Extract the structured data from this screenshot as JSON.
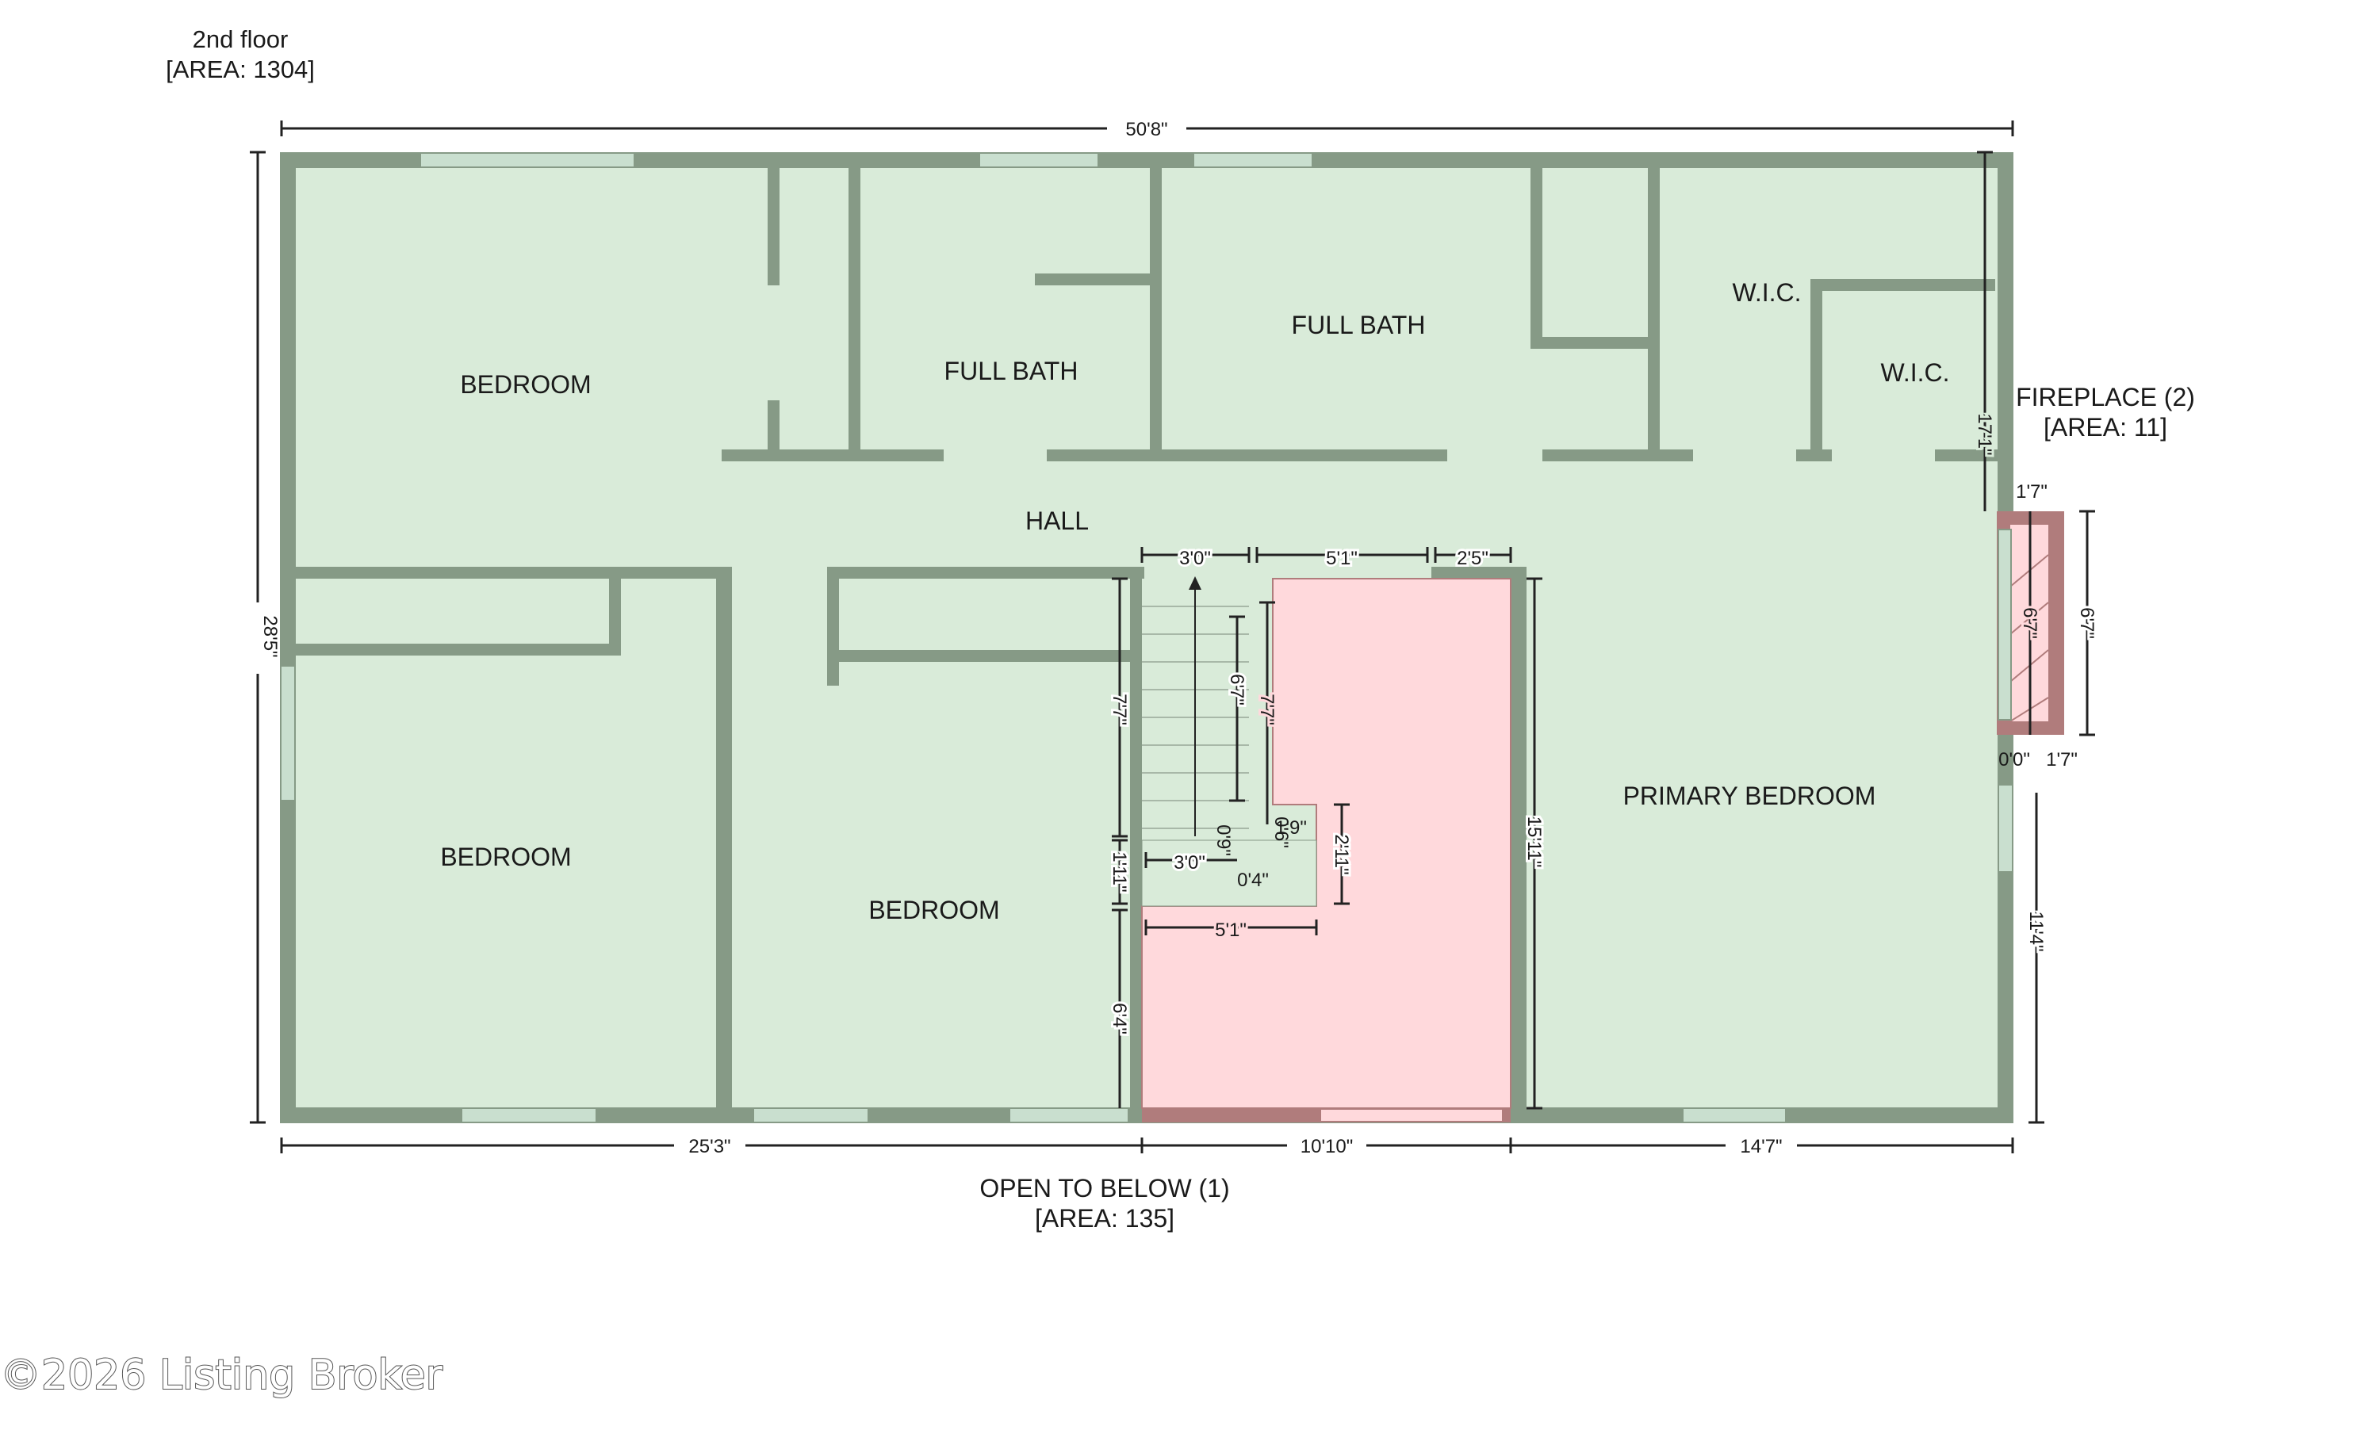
{
  "floor": {
    "title": "2nd floor",
    "area": "[AREA: 1304]"
  },
  "rooms": {
    "bedroom_nw": "BEDROOM",
    "bedroom_sw": "BEDROOM",
    "bedroom_mid": "BEDROOM",
    "full_bath_1": "FULL BATH",
    "full_bath_2": "FULL BATH",
    "wic_1": "W.I.C.",
    "wic_2": "W.I.C.",
    "hall": "HALL",
    "primary_bedroom": "PRIMARY BEDROOM"
  },
  "fireplace": {
    "title": "FIREPLACE (2)",
    "area": "[AREA: 11]"
  },
  "open_to_below": {
    "title": "OPEN TO BELOW (1)",
    "area": "[AREA: 135]"
  },
  "dimensions": {
    "overall_width": "50'8\"",
    "overall_depth": "28'5\"",
    "bottom_left": "25'3\"",
    "bottom_mid": "10'10\"",
    "bottom_right": "14'7\"",
    "stair_top_width": "3'0\"",
    "open_top_width": "5'1\"",
    "landing_width": "2'5\"",
    "stair_run": "7'7\"",
    "stair_inner_run": "6'7\"",
    "open_run": "7'7\"",
    "landing_depth": "1'11\"",
    "landing_step": "0'9\"",
    "stair_bottom_width": "3'0\"",
    "notch_a": "1'9\"",
    "notch_b": "0'6\"",
    "notch_c": "0'4\"",
    "notch_depth": "2'11\"",
    "open_bottom_width": "5'1\"",
    "lower_run": "6'4\"",
    "primary_depth": "15'11\"",
    "right_upper": "17'1\"",
    "right_lower": "11'4\"",
    "fp_width": "1'7\"",
    "fp_depth_outer": "6'7\"",
    "fp_depth_inner": "6'7\"",
    "fp_bottom_a": "0'0\"",
    "fp_bottom_b": "1'7\""
  },
  "watermark": "©2026 Listing Broker",
  "colors": {
    "wall": "#869a86",
    "room_fill": "#d9ebd9",
    "open_fill": "#ffd9dc",
    "open_edge": "#b07c7c",
    "fireplace_fill": "#b07c7c",
    "window": "#c9dfcf"
  }
}
